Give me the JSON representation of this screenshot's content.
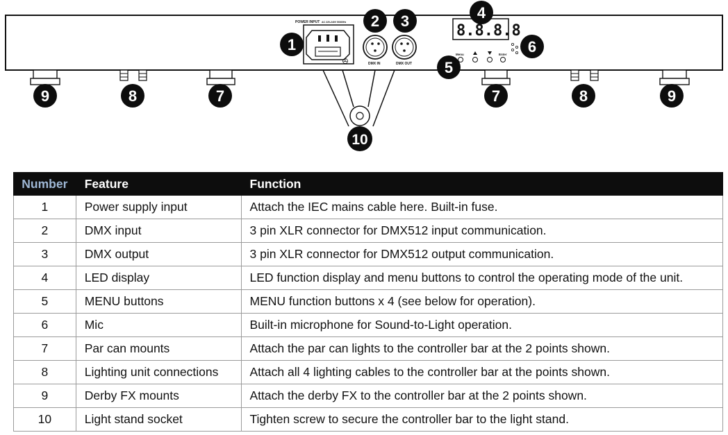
{
  "diagram": {
    "power_input_label": "POWER INPUT",
    "power_input_spec": "AC 220-240V 50/60Hz",
    "dmx_in_label": "DMX IN",
    "dmx_out_label": "DMX OUT",
    "display_text": "8.8.8.8",
    "menu_label": "Menu",
    "enter_label": "Enter",
    "up_icon": "up-triangle-icon",
    "down_icon": "down-triangle-icon",
    "callouts": [
      "1",
      "2",
      "3",
      "4",
      "5",
      "6",
      "7",
      "7",
      "8",
      "8",
      "9",
      "9",
      "10"
    ]
  },
  "table": {
    "headers": [
      "Number",
      "Feature",
      "Function"
    ],
    "rows": [
      [
        "1",
        "Power supply input",
        "Attach the IEC mains cable here. Built-in fuse."
      ],
      [
        "2",
        "DMX input",
        "3 pin XLR connector for DMX512 input communication."
      ],
      [
        "3",
        "DMX output",
        "3 pin XLR connector for DMX512 output communication."
      ],
      [
        "4",
        "LED display",
        "LED function display and menu buttons to control the operating mode of the unit."
      ],
      [
        "5",
        "MENU buttons",
        "MENU function buttons x 4 (see below for operation)."
      ],
      [
        "6",
        "Mic",
        "Built-in microphone for Sound-to-Light operation."
      ],
      [
        "7",
        "Par can mounts",
        "Attach the par can lights to the controller bar at the 2 points shown."
      ],
      [
        "8",
        "Lighting unit connections",
        "Attach all 4 lighting cables to the controller bar at the points shown."
      ],
      [
        "9",
        "Derby FX mounts",
        "Attach the derby FX to the controller bar at the 2 points shown."
      ],
      [
        "10",
        "Light stand socket",
        "Tighten screw to secure the controller bar to the light stand."
      ]
    ]
  }
}
